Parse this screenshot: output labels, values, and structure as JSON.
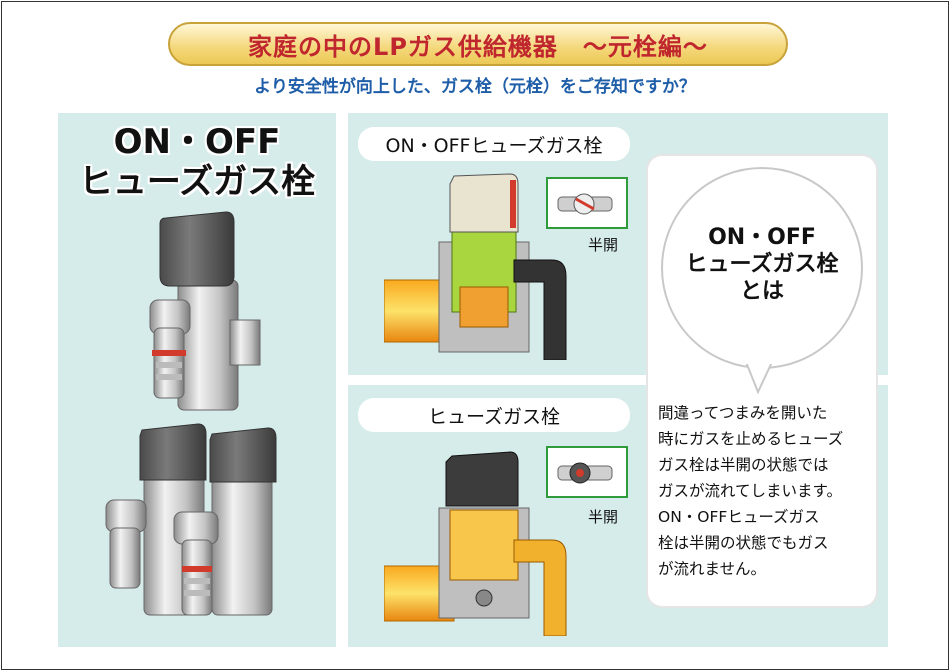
{
  "title": "家庭の中のLPガス供給機器　～元栓編～",
  "subtitle": "より安全性が向上した、ガス栓（元栓）をご存知ですか？",
  "left_panel": {
    "heading_line1": "ON・OFF",
    "heading_line2": "ヒューズガス栓"
  },
  "top_right_panel": {
    "label": "ON・OFFヒューズガス栓",
    "inset_caption": "半開"
  },
  "bottom_right_panel": {
    "label": "ヒューズガス栓",
    "inset_caption": "半開"
  },
  "explanation": {
    "heading_line1": "ON・OFF",
    "heading_line2": "ヒューズガス栓",
    "heading_line3": "とは",
    "body_lines": [
      "間違ってつまみを開いた",
      "時にガスを止めるヒューズ",
      "ガス栓は半開の状態では",
      "ガスが流れてしまいます。",
      "ON・OFFヒューズガス",
      "栓は半開の状態でもガス",
      "が流れません。"
    ]
  },
  "colors": {
    "title_text": "#c0262e",
    "subtitle_text": "#1e5da8",
    "panel_bg": "#d6ecea",
    "inset_border": "#2f9b3a",
    "title_pill": "#f4d77a"
  }
}
